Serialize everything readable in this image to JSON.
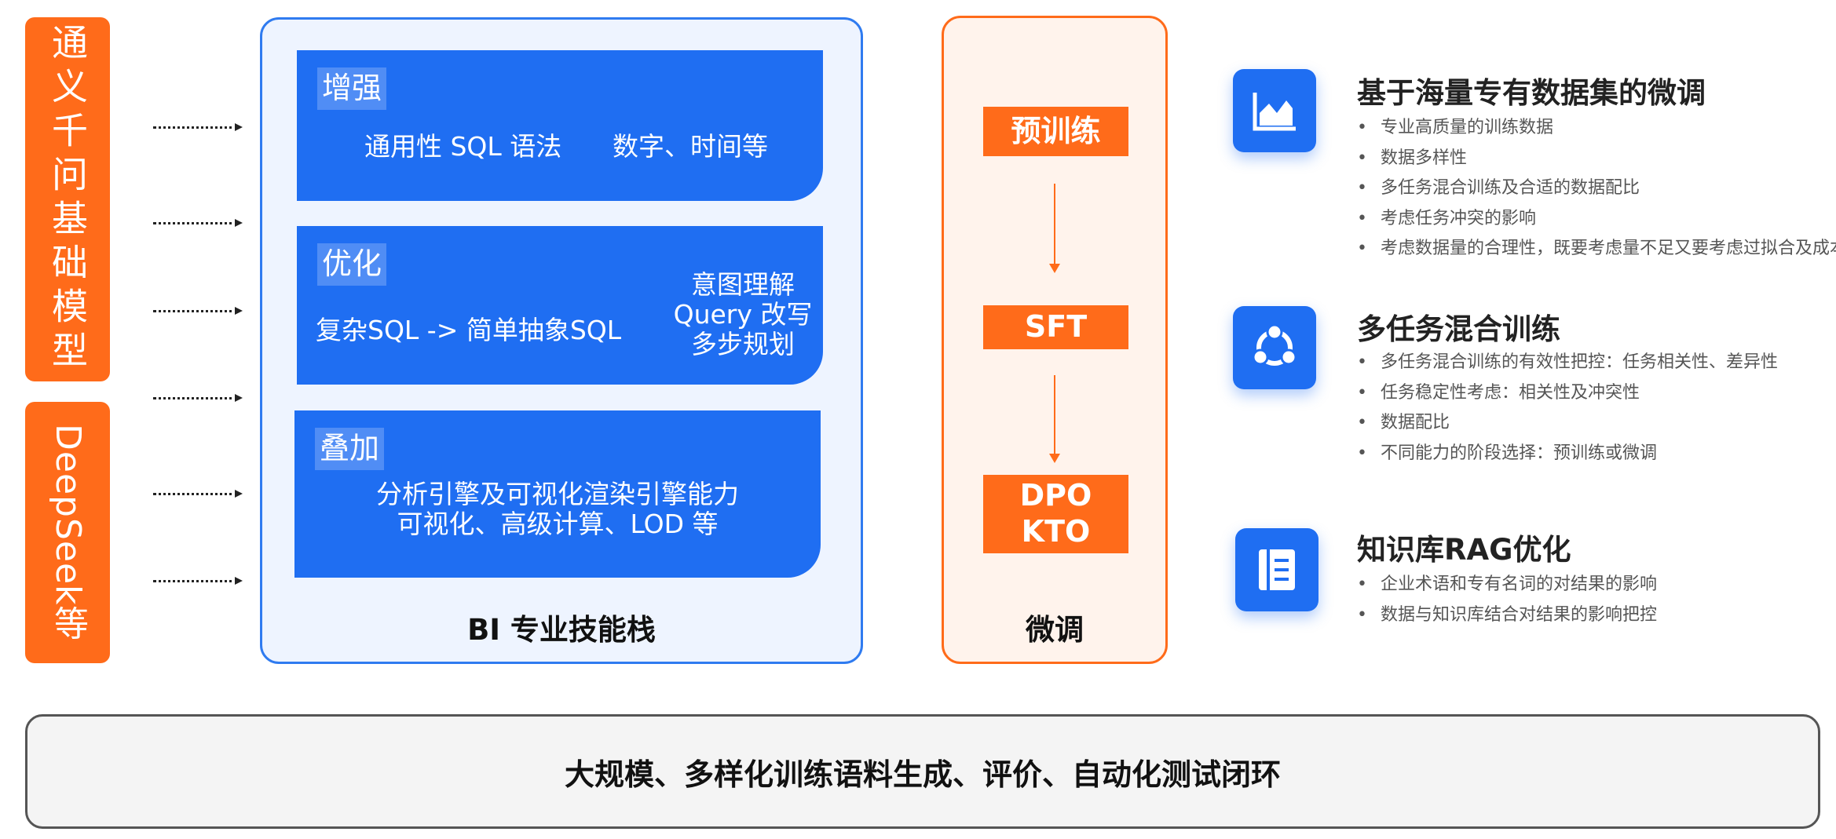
{
  "left_models": {
    "qwen": "通义千问基础模型",
    "deepseek": "DeepSeek等"
  },
  "bi_panel": {
    "title": "BI 专业技能栈",
    "cards": [
      {
        "tag": "增强",
        "texts": [
          "通用性 SQL 语法",
          "数字、时间等"
        ]
      },
      {
        "tag": "优化",
        "texts": [
          "复杂SQL -> 简单抽象SQL",
          "意图理解",
          "Query 改写",
          "多步规划"
        ]
      },
      {
        "tag": "叠加",
        "texts": [
          "分析引擎及可视化渲染引擎能力",
          "可视化、高级计算、LOD 等"
        ]
      }
    ]
  },
  "finetune_panel": {
    "title": "微调",
    "stages": [
      "预训练",
      "SFT",
      "DPO",
      "KTO"
    ],
    "colors": {
      "accent": "#FF6B1A"
    }
  },
  "sections": [
    {
      "icon": "chart-icon",
      "title": "基于海量专有数据集的微调",
      "bullets": [
        "专业高质量的训练数据",
        "数据多样性",
        "多任务混合训练及合适的数据配比",
        "考虑任务冲突的影响",
        "考虑数据量的合理性，既要考虑量不足又要考虑过拟合及成本"
      ]
    },
    {
      "icon": "share-nodes-icon",
      "title": "多任务混合训练",
      "bullets": [
        "多任务混合训练的有效性把控：任务相关性、差异性",
        "任务稳定性考虑：相关性及冲突性",
        "数据配比",
        "不同能力的阶段选择：预训练或微调"
      ]
    },
    {
      "icon": "document-icon",
      "title": "知识库RAG优化",
      "bullets": [
        "企业术语和专有名词的对结果的影响",
        "数据与知识库结合对结果的影响把控"
      ]
    }
  ],
  "bottom_bar": "大规模、多样化训练语料生成、评价、自动化测试闭环",
  "colors": {
    "blue": "#1F6EF2",
    "orange": "#FF6B1A"
  }
}
